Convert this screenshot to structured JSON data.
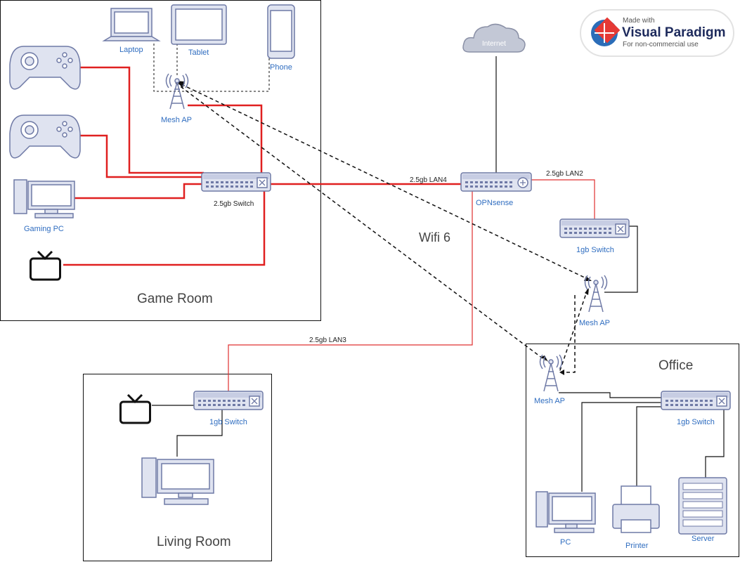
{
  "rooms": {
    "game_room": "Game Room",
    "living_room": "Living Room",
    "office": "Office"
  },
  "wireless": {
    "standard": "Wifi 6"
  },
  "devices": {
    "laptop": "Laptop",
    "tablet": "Tablet",
    "phone": "Phone",
    "mesh_ap_game": "Mesh AP",
    "mesh_ap_middle": "Mesh AP",
    "mesh_ap_office": "Mesh AP",
    "gaming_pc": "Gaming PC",
    "switch_game": "2.5gb Switch",
    "internet": "Internet",
    "opnsense": "OPNsense",
    "switch_1gb_top": "1gb Switch",
    "switch_living": "1gb Switch",
    "switch_office": "1gb Switch",
    "pc": "PC",
    "printer": "Printer",
    "server": "Server"
  },
  "links": {
    "lan4": "2.5gb  LAN4",
    "lan2": "2.5gb LAN2",
    "lan3": "2.5gb  LAN3"
  },
  "watermark": {
    "made_with": "Made with",
    "brand": "Visual Paradigm",
    "note": "For non-commercial use"
  },
  "colors": {
    "wired_2_5gb": "#e02020",
    "label_blue": "#2f6dc0",
    "device_fill": "#dfe3f0",
    "device_stroke": "#6f7aa6"
  }
}
